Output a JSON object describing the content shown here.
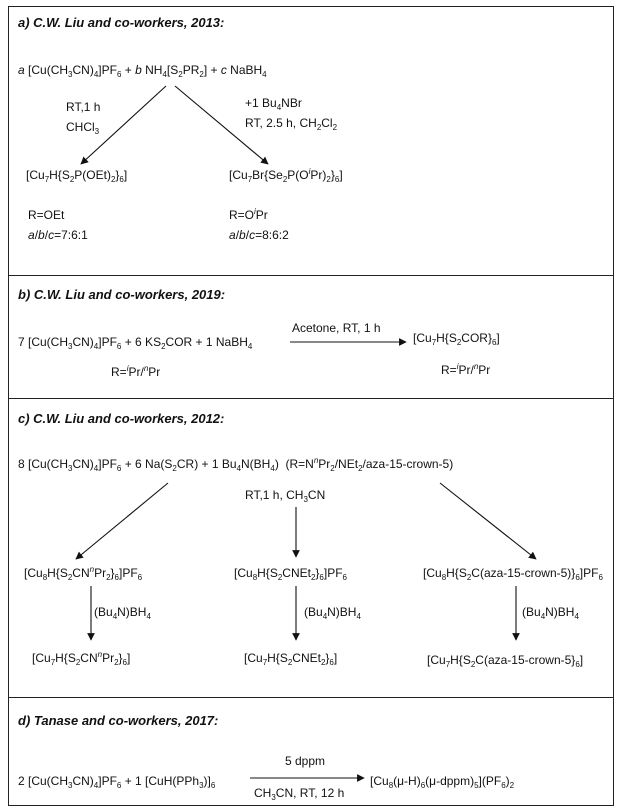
{
  "sections": [
    {
      "header": "a) C.W. Liu and co-workers, 2013:",
      "reactants": "<i>a</i> [Cu(CH<sub>3</sub>CN)<sub>4</sub>]PF<sub>6</sub> + <i>b</i> NH<sub>4</sub>[S<sub>2</sub>PR<sub>2</sub>] + <i>c</i> NaBH<sub>4</sub>",
      "left_cond": [
        "RT,1 h",
        "CHCl<sub>3</sub>"
      ],
      "right_cond": [
        "+1 Bu<sub>4</sub>NBr",
        "RT, 2.5 h, CH<sub>2</sub>Cl<sub>2</sub>"
      ],
      "products": [
        {
          "formula": "[Cu<sub>7</sub>H{S<sub>2</sub>P(OEt)<sub>2</sub>}<sub>6</sub>]",
          "r": "R=OEt",
          "ratio": "<i>a</i>/<i>b</i>/<i>c</i>=7:6:1"
        },
        {
          "formula": "[Cu<sub>7</sub>Br{Se<sub>2</sub>P(O<sup><i>i</i></sup>Pr)<sub>2</sub>}<sub>6</sub>]",
          "r": "R=O<sup><i>i</i></sup>Pr",
          "ratio": "<i>a</i>/<i>b</i>/<i>c</i>=8:6:2"
        }
      ]
    },
    {
      "header": "b) C.W. Liu and co-workers, 2019:",
      "reactants": "7 [Cu(CH<sub>3</sub>CN)<sub>4</sub>]PF<sub>6</sub> + 6 KS<sub>2</sub>COR + 1 NaBH<sub>4</sub>",
      "condition": "Acetone, RT, 1 h",
      "product": "[Cu<sub>7</sub>H{S<sub>2</sub>COR}<sub>6</sub>]",
      "r_left": "R=<sup><i>i</i></sup>Pr/<sup><i>n</i></sup>Pr",
      "r_right": "R=<sup><i>i</i></sup>Pr/<sup><i>n</i></sup>Pr"
    },
    {
      "header": "c) C.W. Liu and co-workers, 2012:",
      "reactants": "8 [Cu(CH<sub>3</sub>CN)<sub>4</sub>]PF<sub>6</sub> + 6 Na(S<sub>2</sub>CR) + 1 Bu<sub>4</sub>N(BH<sub>4</sub>)&nbsp; (R=N<sup><i>n</i></sup>Pr<sub>2</sub>/NEt<sub>2</sub>/aza-15-crown-5)",
      "condition": "RT,1 h, CH<sub>3</sub>CN",
      "reagent": "(Bu<sub>4</sub>N)BH<sub>4</sub>",
      "intermediates": [
        "[Cu<sub>8</sub>H{S<sub>2</sub>CN<sup><i>n</i></sup>Pr<sub>2</sub>}<sub>6</sub>]PF<sub>6</sub>",
        "[Cu<sub>8</sub>H{S<sub>2</sub>CNEt<sub>2</sub>}<sub>6</sub>]PF<sub>6</sub>",
        "[Cu<sub>8</sub>H{S<sub>2</sub>C(aza-15-crown-5)}<sub>6</sub>]PF<sub>6</sub>"
      ],
      "finals": [
        "[Cu<sub>7</sub>H{S<sub>2</sub>CN<sup><i>n</i></sup>Pr<sub>2</sub>}<sub>6</sub>]",
        "[Cu<sub>7</sub>H{S<sub>2</sub>CNEt<sub>2</sub>}<sub>6</sub>]",
        "[Cu<sub>7</sub>H{S<sub>2</sub>C(aza-15-crown-5}<sub>6</sub>]"
      ]
    },
    {
      "header": "d) Tanase and co-workers, 2017:",
      "reactants": "2 [Cu(CH<sub>3</sub>CN)<sub>4</sub>]PF<sub>6</sub> + 1 [CuH(PPh<sub>3</sub>)]<sub>6</sub>",
      "cond_top": "5 dppm",
      "cond_bottom": "CH<sub>3</sub>CN, RT, 12 h",
      "product": "[Cu<sub>8</sub>(μ-H)<sub>6</sub>(μ-dppm)<sub>5</sub>](PF<sub>6</sub>)<sub>2</sub>"
    }
  ]
}
